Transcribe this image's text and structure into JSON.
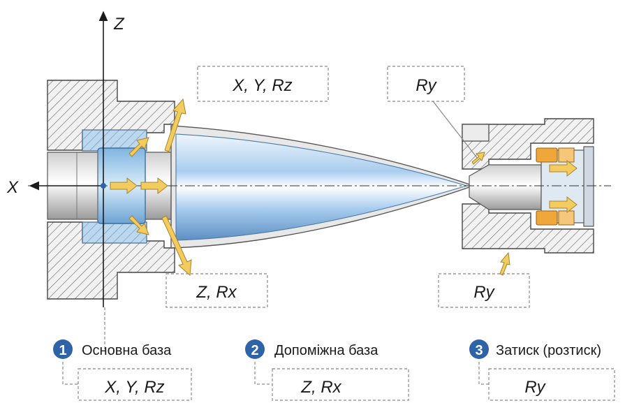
{
  "axes": {
    "z_label": "Z",
    "x_label": "X"
  },
  "callouts": {
    "top_left": "X, Y, Rz",
    "top_right": "Ry",
    "bottom_left": "Z, Rx",
    "bottom_right": "Ry"
  },
  "legend": [
    {
      "number": "1",
      "title": "Основна база",
      "value": "X, Y, Rz"
    },
    {
      "number": "2",
      "title": "Допоміжна база",
      "value": "Z, Rx"
    },
    {
      "number": "3",
      "title": "Затиск (розтиск)",
      "value": "Ry"
    }
  ],
  "colors": {
    "hatch": "#6f6f6f",
    "part_blue": "#9fc8ea",
    "arrow_yellow": "#f2cc5e",
    "clamp_orange": "#f0a73a",
    "badge_blue": "#2f63a8"
  }
}
